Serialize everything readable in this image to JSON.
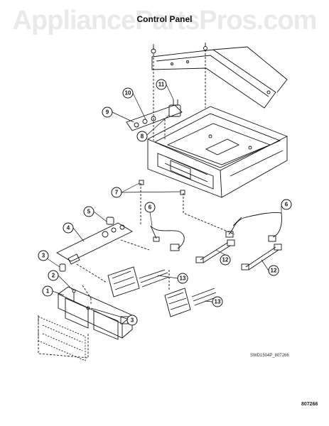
{
  "watermark": "AppliancePartsPros.com",
  "title": "Control Panel",
  "figure_code": "SWD1504P_807266",
  "drawing_number": "807266",
  "callouts": [
    "1",
    "2",
    "3",
    "4",
    "5",
    "6",
    "7",
    "8",
    "9",
    "10",
    "11",
    "12",
    "13"
  ]
}
